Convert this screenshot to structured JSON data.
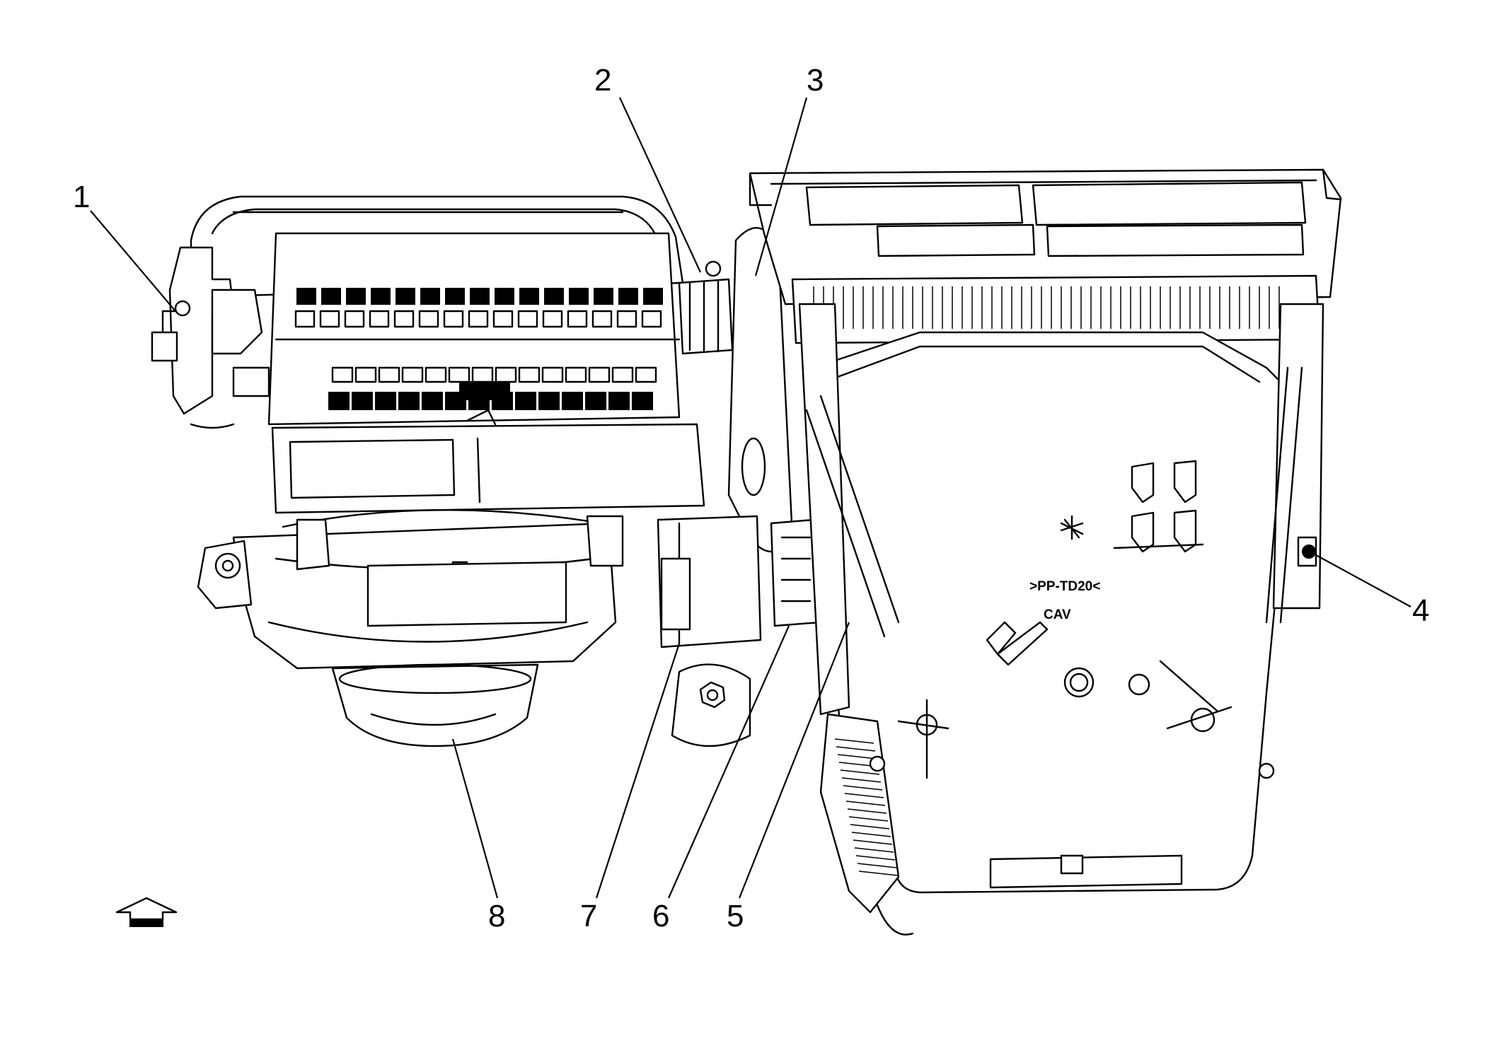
{
  "callouts": [
    {
      "id": "1",
      "label": "1"
    },
    {
      "id": "2",
      "label": "2"
    },
    {
      "id": "3",
      "label": "3"
    },
    {
      "id": "4",
      "label": "4"
    },
    {
      "id": "5",
      "label": "5"
    },
    {
      "id": "6",
      "label": "6"
    },
    {
      "id": "7",
      "label": "7"
    },
    {
      "id": "8",
      "label": "8"
    }
  ],
  "housing_markings": {
    "material_code": ">PP-TD20<",
    "cav_label": "CAV"
  },
  "orientation_icon": "front-arrow-up-icon"
}
